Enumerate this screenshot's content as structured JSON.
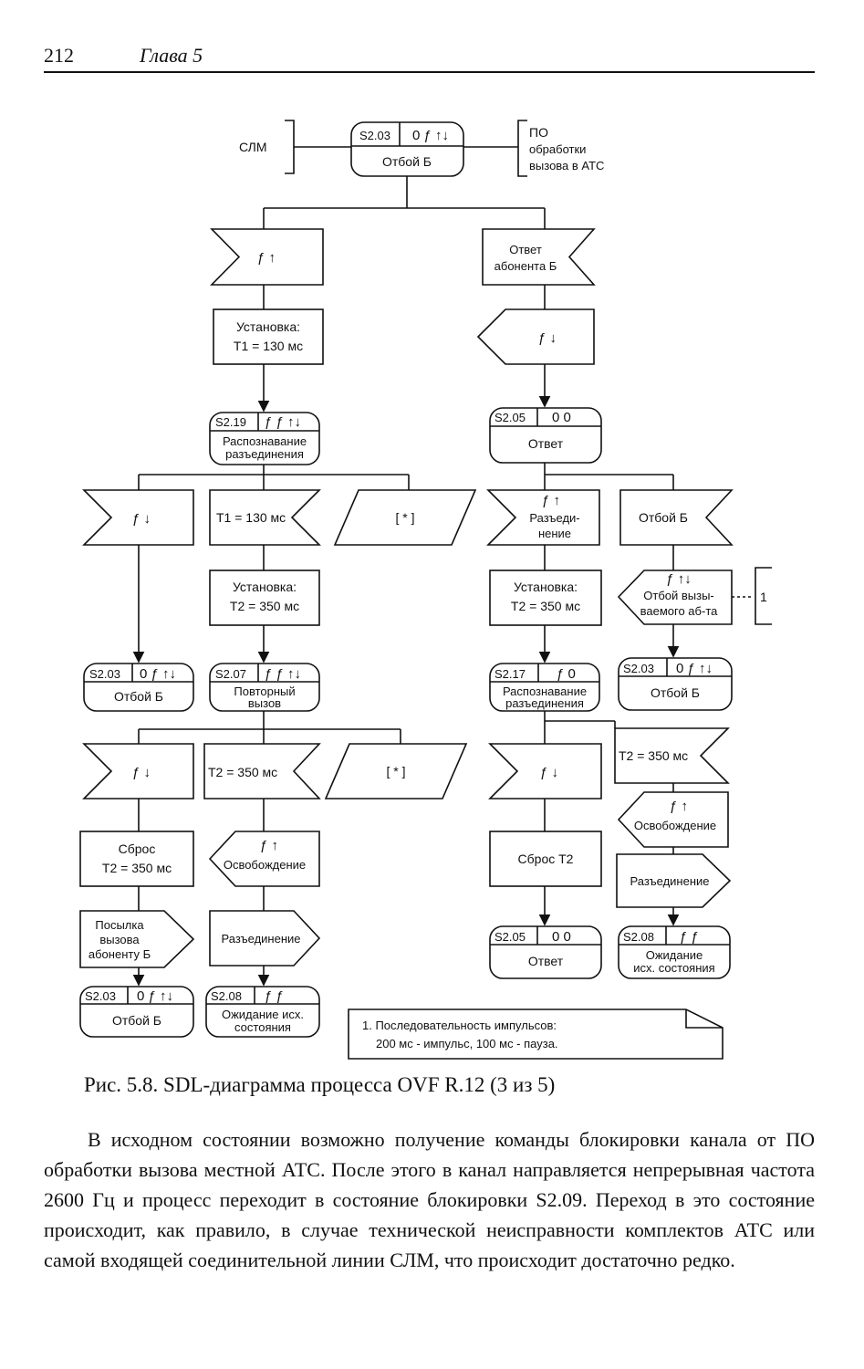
{
  "header": {
    "page_number": "212",
    "chapter": "Глава 5"
  },
  "diagram": {
    "external": {
      "left": "СЛМ",
      "right_l1": "ПО",
      "right_l2": "обработки",
      "right_l3": "вызова в АТС"
    },
    "states": {
      "s1": {
        "code": "S2.03",
        "sig": "0 ƒ ↑↓",
        "name": "Отбой Б"
      },
      "s2": {
        "code": "S2.19",
        "sig": "ƒ  ƒ ↑↓",
        "name_l1": "Распознавание",
        "name_l2": "разъединения"
      },
      "s3": {
        "code": "S2.05",
        "sig": "0 0",
        "name": "Ответ"
      },
      "s4": {
        "code": "S2.03",
        "sig": "0 ƒ ↑↓",
        "name": "Отбой Б"
      },
      "s5": {
        "code": "S2.07",
        "sig": "ƒ  ƒ ↑↓",
        "name_l1": "Повторный",
        "name_l2": "вызов"
      },
      "s6": {
        "code": "S2.17",
        "sig": "ƒ  0",
        "name_l1": "Распознавание",
        "name_l2": "разъединения"
      },
      "s7": {
        "code": "S2.03",
        "sig": "0 ƒ ↑↓",
        "name": "Отбой Б"
      },
      "s8": {
        "code": "S2.03",
        "sig": "0 ƒ ↑↓",
        "name": "Отбой Б"
      },
      "s9": {
        "code": "S2.08",
        "sig": "ƒ  ƒ",
        "name_l1": "Ожидание исх.",
        "name_l2": "состояния"
      },
      "s10": {
        "code": "S2.05",
        "sig": "0 0",
        "name": "Ответ"
      },
      "s11": {
        "code": "S2.08",
        "sig": "ƒ  ƒ",
        "name_l1": "Ожидание",
        "name_l2": "исх. состояния"
      }
    },
    "inputs": {
      "in1": "ƒ ↑",
      "in2_l1": "Ответ",
      "in2_l2": "абонента Б",
      "in3": "ƒ ↓",
      "in4": "Т1 = 130 мс",
      "in5_l1": "ƒ ↑",
      "in5_l2": "Разъеди-",
      "in5_l3": "нение",
      "in6": "Отбой Б",
      "in7": "ƒ ↓",
      "in8": "Т2 = 350 мс",
      "in9": "ƒ ↓",
      "in10": "Т2 = 350 мс"
    },
    "saves": {
      "sv1": "[ * ]",
      "sv2": "[ * ]"
    },
    "tasks": {
      "t1_l1": "Установка:",
      "t1_l2": "Т1 = 130 мс",
      "t2_l1": "Установка:",
      "t2_l2": "Т2 = 350 мс",
      "t3_l1": "Установка:",
      "t3_l2": "Т2 = 350 мс",
      "t4_l1": "Сброс",
      "t4_l2": "Т2 = 350 мс",
      "t5": "Сброс Т2"
    },
    "outputs": {
      "o1": "ƒ ↓",
      "o2_l1": "ƒ ↑↓",
      "o2_l2": "Отбой вызы-",
      "o2_l3": "ваемого аб-та",
      "o3_l1": "Посылка",
      "o3_l2": "вызова",
      "o3_l3": "абоненту Б",
      "o4_l1": "ƒ ↑",
      "o4_l2": "Освобождение",
      "o5": "Разъединение",
      "o6_l1": "ƒ ↑",
      "o6_l2": "Освобождение",
      "o7": "Разъединение"
    },
    "comment_ref": "1",
    "note_l1": "1. Последовательность импульсов:",
    "note_l2": "200 мс - импульс, 100 мс - пауза."
  },
  "caption": "Рис. 5.8.  SDL-диаграмма процесса OVF R.12 (3 из 5)",
  "body_text": "В исходном состоянии возможно получение команды блокировки канала от ПО обработки вызова местной АТС. После этого в канал направляется непрерывная частота 2600 Гц и процесс переходит в состояние блокировки S2.09. Переход в это состояние происходит, как правило, в случае технической неисправности комплектов АТС или самой входящей соединительной линии СЛМ, что происходит достаточно редко."
}
